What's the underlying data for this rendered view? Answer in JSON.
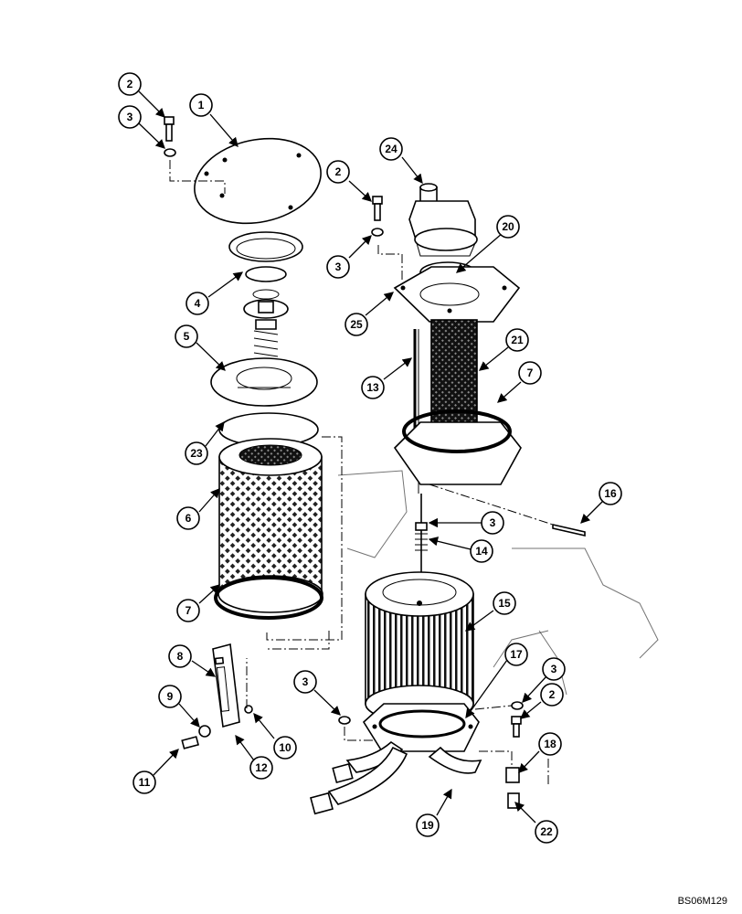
{
  "doc_code": "BS06M129",
  "callouts": [
    "1",
    "2",
    "3",
    "4",
    "5",
    "6",
    "7",
    "8",
    "9",
    "10",
    "11",
    "12",
    "13",
    "14",
    "15",
    "16",
    "17",
    "18",
    "19",
    "20",
    "21",
    "22",
    "23",
    "24",
    "25"
  ],
  "repeat_labels": {
    "two": "2",
    "three": "3",
    "seven": "7"
  }
}
